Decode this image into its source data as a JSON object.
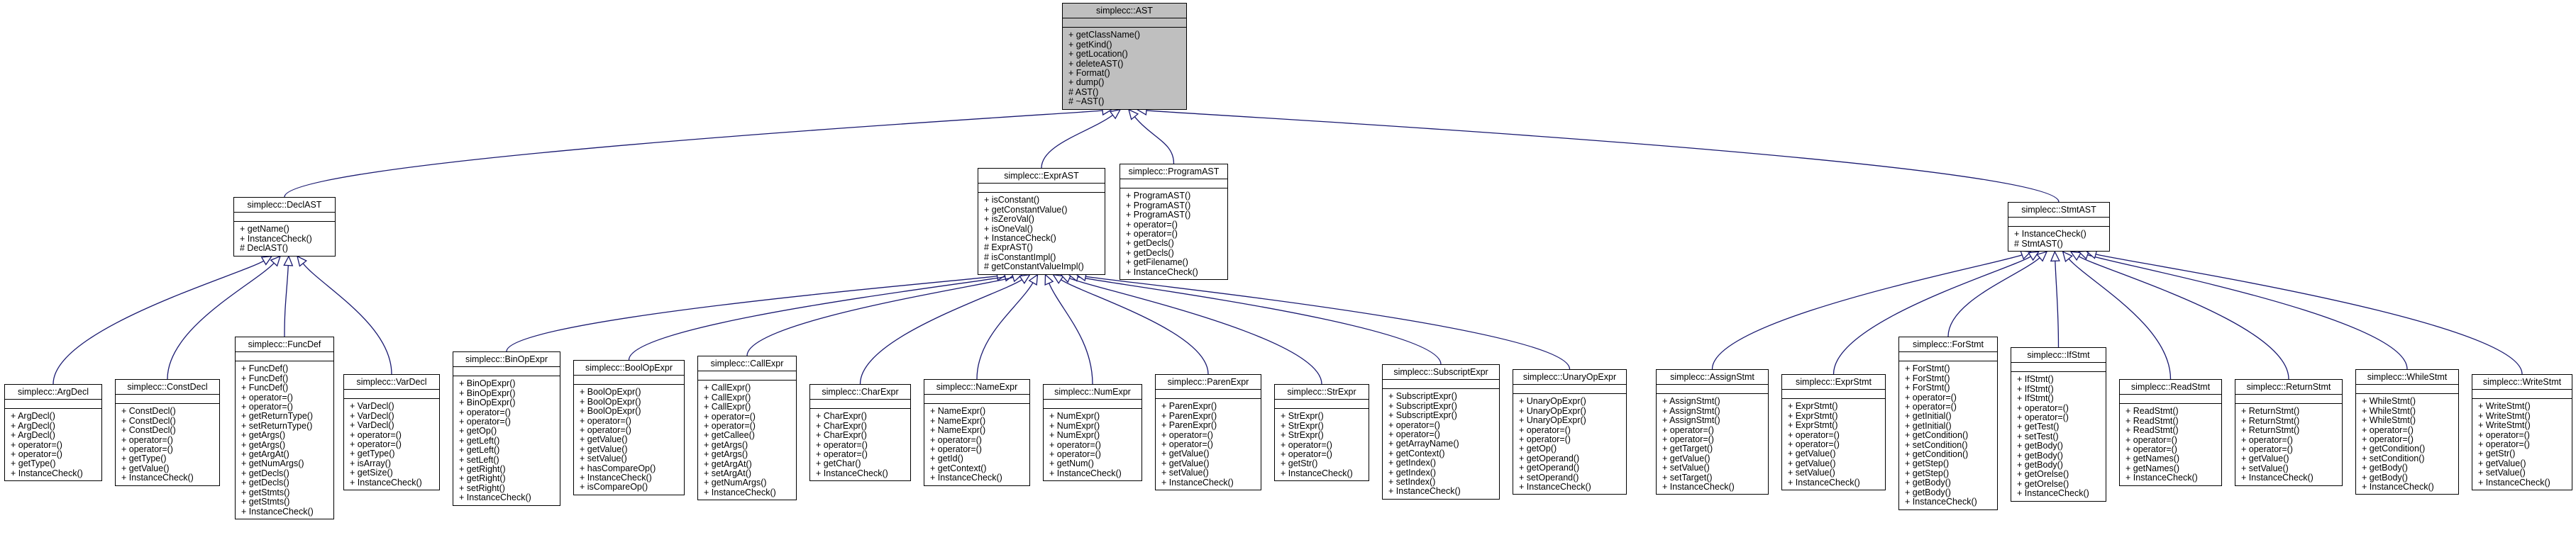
{
  "diagram": {
    "edge_color": "#191970",
    "root_fill": "#bfbfbf",
    "nodes": {
      "ast": {
        "title": "simplecc::AST",
        "methods": [
          "+ getClassName()",
          "+ getKind()",
          "+ getLocation()",
          "+ deleteAST()",
          "+ Format()",
          "+ dump()",
          "# AST()",
          "# ~AST()"
        ]
      },
      "declast": {
        "title": "simplecc::DeclAST",
        "methods": [
          "+ getName()",
          "+ InstanceCheck()",
          "# DeclAST()"
        ]
      },
      "exprast": {
        "title": "simplecc::ExprAST",
        "methods": [
          "+ isConstant()",
          "+ getConstantValue()",
          "+ isZeroVal()",
          "+ isOneVal()",
          "+ InstanceCheck()",
          "# ExprAST()",
          "# isConstantImpl()",
          "# getConstantValueImpl()"
        ]
      },
      "programast": {
        "title": "simplecc::ProgramAST",
        "methods": [
          "+ ProgramAST()",
          "+ ProgramAST()",
          "+ ProgramAST()",
          "+ operator=()",
          "+ operator=()",
          "+ getDecls()",
          "+ getDecls()",
          "+ getFilename()",
          "+ InstanceCheck()"
        ]
      },
      "stmtast": {
        "title": "simplecc::StmtAST",
        "methods": [
          "+ InstanceCheck()",
          "# StmtAST()"
        ]
      },
      "argdecl": {
        "title": "simplecc::ArgDecl",
        "methods": [
          "+ ArgDecl()",
          "+ ArgDecl()",
          "+ ArgDecl()",
          "+ operator=()",
          "+ operator=()",
          "+ getType()",
          "+ InstanceCheck()"
        ]
      },
      "constdecl": {
        "title": "simplecc::ConstDecl",
        "methods": [
          "+ ConstDecl()",
          "+ ConstDecl()",
          "+ ConstDecl()",
          "+ operator=()",
          "+ operator=()",
          "+ getType()",
          "+ getValue()",
          "+ InstanceCheck()"
        ]
      },
      "funcdef": {
        "title": "simplecc::FuncDef",
        "methods": [
          "+ FuncDef()",
          "+ FuncDef()",
          "+ FuncDef()",
          "+ operator=()",
          "+ operator=()",
          "+ getReturnType()",
          "+ setReturnType()",
          "+ getArgs()",
          "+ getArgs()",
          "+ getArgAt()",
          "+ getNumArgs()",
          "+ getDecls()",
          "+ getDecls()",
          "+ getStmts()",
          "+ getStmts()",
          "+ InstanceCheck()"
        ]
      },
      "vardecl": {
        "title": "simplecc::VarDecl",
        "methods": [
          "+ VarDecl()",
          "+ VarDecl()",
          "+ VarDecl()",
          "+ operator=()",
          "+ operator=()",
          "+ getType()",
          "+ isArray()",
          "+ getSize()",
          "+ InstanceCheck()"
        ]
      },
      "binopexpr": {
        "title": "simplecc::BinOpExpr",
        "methods": [
          "+ BinOpExpr()",
          "+ BinOpExpr()",
          "+ BinOpExpr()",
          "+ operator=()",
          "+ operator=()",
          "+ getOp()",
          "+ getLeft()",
          "+ getLeft()",
          "+ setLeft()",
          "+ getRight()",
          "+ getRight()",
          "+ setRight()",
          "+ InstanceCheck()"
        ]
      },
      "boolopexpr": {
        "title": "simplecc::BoolOpExpr",
        "methods": [
          "+ BoolOpExpr()",
          "+ BoolOpExpr()",
          "+ BoolOpExpr()",
          "+ operator=()",
          "+ operator=()",
          "+ getValue()",
          "+ getValue()",
          "+ setValue()",
          "+ hasCompareOp()",
          "+ InstanceCheck()",
          "+ isCompareOp()"
        ]
      },
      "callexpr": {
        "title": "simplecc::CallExpr",
        "methods": [
          "+ CallExpr()",
          "+ CallExpr()",
          "+ CallExpr()",
          "+ operator=()",
          "+ operator=()",
          "+ getCallee()",
          "+ getArgs()",
          "+ getArgs()",
          "+ getArgAt()",
          "+ setArgAt()",
          "+ getNumArgs()",
          "+ InstanceCheck()"
        ]
      },
      "charexpr": {
        "title": "simplecc::CharExpr",
        "methods": [
          "+ CharExpr()",
          "+ CharExpr()",
          "+ CharExpr()",
          "+ operator=()",
          "+ operator=()",
          "+ getChar()",
          "+ InstanceCheck()"
        ]
      },
      "nameexpr": {
        "title": "simplecc::NameExpr",
        "methods": [
          "+ NameExpr()",
          "+ NameExpr()",
          "+ NameExpr()",
          "+ operator=()",
          "+ operator=()",
          "+ getId()",
          "+ getContext()",
          "+ InstanceCheck()"
        ]
      },
      "numexpr": {
        "title": "simplecc::NumExpr",
        "methods": [
          "+ NumExpr()",
          "+ NumExpr()",
          "+ NumExpr()",
          "+ operator=()",
          "+ operator=()",
          "+ getNum()",
          "+ InstanceCheck()"
        ]
      },
      "parenexpr": {
        "title": "simplecc::ParenExpr",
        "methods": [
          "+ ParenExpr()",
          "+ ParenExpr()",
          "+ ParenExpr()",
          "+ operator=()",
          "+ operator=()",
          "+ getValue()",
          "+ getValue()",
          "+ setValue()",
          "+ InstanceCheck()"
        ]
      },
      "strexpr": {
        "title": "simplecc::StrExpr",
        "methods": [
          "+ StrExpr()",
          "+ StrExpr()",
          "+ StrExpr()",
          "+ operator=()",
          "+ operator=()",
          "+ getStr()",
          "+ InstanceCheck()"
        ]
      },
      "subscriptexpr": {
        "title": "simplecc::SubscriptExpr",
        "methods": [
          "+ SubscriptExpr()",
          "+ SubscriptExpr()",
          "+ SubscriptExpr()",
          "+ operator=()",
          "+ operator=()",
          "+ getArrayName()",
          "+ getContext()",
          "+ getIndex()",
          "+ getIndex()",
          "+ setIndex()",
          "+ InstanceCheck()"
        ]
      },
      "unaryopexpr": {
        "title": "simplecc::UnaryOpExpr",
        "methods": [
          "+ UnaryOpExpr()",
          "+ UnaryOpExpr()",
          "+ UnaryOpExpr()",
          "+ operator=()",
          "+ operator=()",
          "+ getOp()",
          "+ getOperand()",
          "+ getOperand()",
          "+ setOperand()",
          "+ InstanceCheck()"
        ]
      },
      "assignstmt": {
        "title": "simplecc::AssignStmt",
        "methods": [
          "+ AssignStmt()",
          "+ AssignStmt()",
          "+ AssignStmt()",
          "+ operator=()",
          "+ operator=()",
          "+ getTarget()",
          "+ getValue()",
          "+ setValue()",
          "+ setTarget()",
          "+ InstanceCheck()"
        ]
      },
      "exprstmt": {
        "title": "simplecc::ExprStmt",
        "methods": [
          "+ ExprStmt()",
          "+ ExprStmt()",
          "+ ExprStmt()",
          "+ operator=()",
          "+ operator=()",
          "+ getValue()",
          "+ getValue()",
          "+ setValue()",
          "+ InstanceCheck()"
        ]
      },
      "forstmt": {
        "title": "simplecc::ForStmt",
        "methods": [
          "+ ForStmt()",
          "+ ForStmt()",
          "+ ForStmt()",
          "+ operator=()",
          "+ operator=()",
          "+ getInitial()",
          "+ getInitial()",
          "+ getCondition()",
          "+ setCondition()",
          "+ getCondition()",
          "+ getStep()",
          "+ getStep()",
          "+ getBody()",
          "+ getBody()",
          "+ InstanceCheck()"
        ]
      },
      "ifstmt": {
        "title": "simplecc::IfStmt",
        "methods": [
          "+ IfStmt()",
          "+ IfStmt()",
          "+ IfStmt()",
          "+ operator=()",
          "+ operator=()",
          "+ getTest()",
          "+ setTest()",
          "+ getBody()",
          "+ getBody()",
          "+ getBody()",
          "+ getOrelse()",
          "+ getOrelse()",
          "+ InstanceCheck()"
        ]
      },
      "readstmt": {
        "title": "simplecc::ReadStmt",
        "methods": [
          "+ ReadStmt()",
          "+ ReadStmt()",
          "+ ReadStmt()",
          "+ operator=()",
          "+ operator=()",
          "+ getNames()",
          "+ getNames()",
          "+ InstanceCheck()"
        ]
      },
      "returnstmt": {
        "title": "simplecc::ReturnStmt",
        "methods": [
          "+ ReturnStmt()",
          "+ ReturnStmt()",
          "+ ReturnStmt()",
          "+ operator=()",
          "+ operator=()",
          "+ getValue()",
          "+ setValue()",
          "+ InstanceCheck()"
        ]
      },
      "whilestmt": {
        "title": "simplecc::WhileStmt",
        "methods": [
          "+ WhileStmt()",
          "+ WhileStmt()",
          "+ WhileStmt()",
          "+ operator=()",
          "+ operator=()",
          "+ getCondition()",
          "+ setCondition()",
          "+ getBody()",
          "+ getBody()",
          "+ InstanceCheck()"
        ]
      },
      "writestmt": {
        "title": "simplecc::WriteStmt",
        "methods": [
          "+ WriteStmt()",
          "+ WriteStmt()",
          "+ WriteStmt()",
          "+ operator=()",
          "+ operator=()",
          "+ getStr()",
          "+ getValue()",
          "+ setValue()",
          "+ InstanceCheck()"
        ]
      }
    },
    "edges": [
      {
        "from": "declast",
        "to": "ast"
      },
      {
        "from": "exprast",
        "to": "ast"
      },
      {
        "from": "programast",
        "to": "ast"
      },
      {
        "from": "stmtast",
        "to": "ast"
      },
      {
        "from": "argdecl",
        "to": "declast"
      },
      {
        "from": "constdecl",
        "to": "declast"
      },
      {
        "from": "funcdef",
        "to": "declast"
      },
      {
        "from": "vardecl",
        "to": "declast"
      },
      {
        "from": "binopexpr",
        "to": "exprast"
      },
      {
        "from": "boolopexpr",
        "to": "exprast"
      },
      {
        "from": "callexpr",
        "to": "exprast"
      },
      {
        "from": "charexpr",
        "to": "exprast"
      },
      {
        "from": "nameexpr",
        "to": "exprast"
      },
      {
        "from": "numexpr",
        "to": "exprast"
      },
      {
        "from": "parenexpr",
        "to": "exprast"
      },
      {
        "from": "strexpr",
        "to": "exprast"
      },
      {
        "from": "subscriptexpr",
        "to": "exprast"
      },
      {
        "from": "unaryopexpr",
        "to": "exprast"
      },
      {
        "from": "assignstmt",
        "to": "stmtast"
      },
      {
        "from": "exprstmt",
        "to": "stmtast"
      },
      {
        "from": "forstmt",
        "to": "stmtast"
      },
      {
        "from": "ifstmt",
        "to": "stmtast"
      },
      {
        "from": "readstmt",
        "to": "stmtast"
      },
      {
        "from": "returnstmt",
        "to": "stmtast"
      },
      {
        "from": "whilestmt",
        "to": "stmtast"
      },
      {
        "from": "writestmt",
        "to": "stmtast"
      }
    ]
  }
}
